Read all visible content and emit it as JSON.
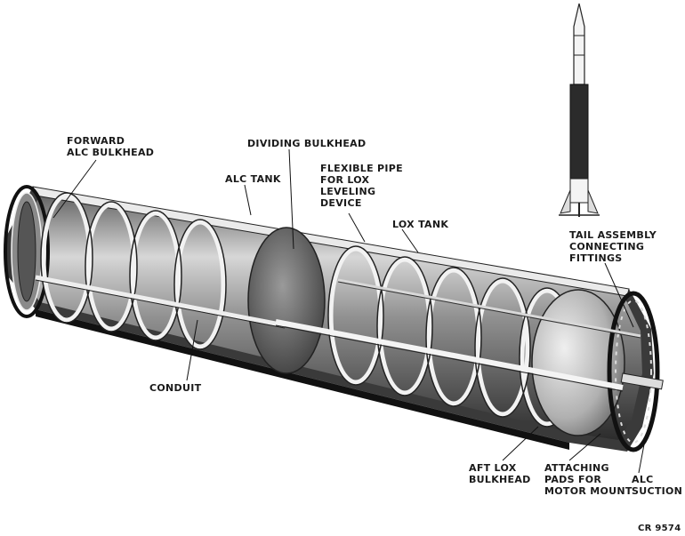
{
  "labels": {
    "forward_alc_bulkhead": [
      "FORWARD",
      "ALC BULKHEAD"
    ],
    "dividing_bulkhead": "DIVIDING BULKHEAD",
    "alc_tank": "ALC TANK",
    "flexible_pipe": [
      "FLEXIBLE PIPE",
      "FOR LOX",
      "LEVELING",
      "DEVICE"
    ],
    "lox_tank": "LOX TANK",
    "tail_assembly": [
      "TAIL ASSEMBLY",
      "CONNECTING",
      "FITTINGS"
    ],
    "conduit": "CONDUIT",
    "aft_lox_bulkhead": [
      "AFT LOX",
      "BULKHEAD"
    ],
    "attaching_pads": [
      "ATTACHING",
      "PADS FOR",
      "MOTOR MOUNT"
    ],
    "alc_suction": [
      "ALC",
      "SUCTION"
    ]
  },
  "figure_id": "CR 9574"
}
